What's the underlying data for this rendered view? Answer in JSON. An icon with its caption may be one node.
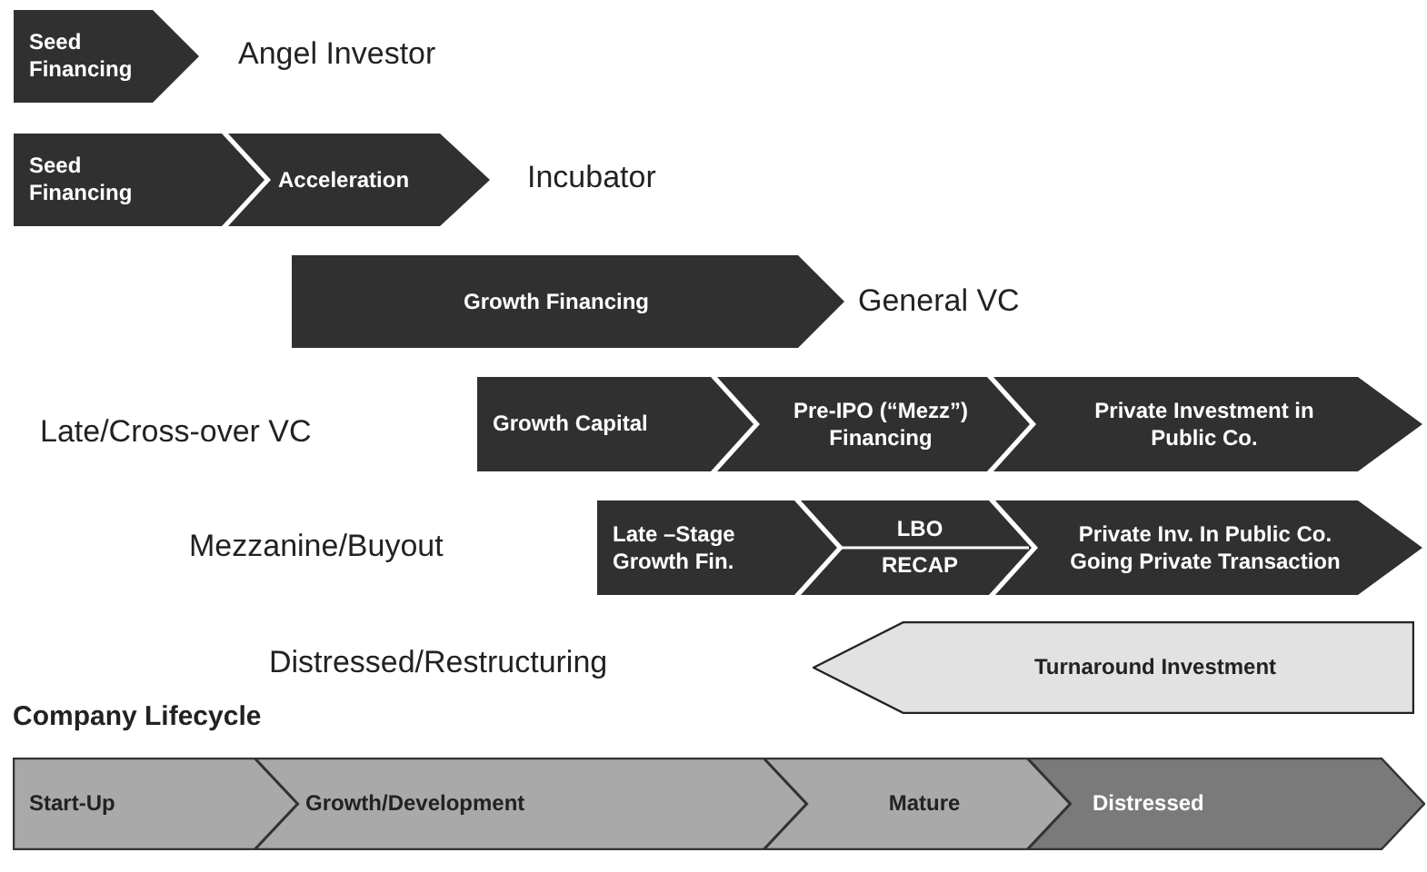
{
  "diagram": {
    "nodes": [
      {
        "text": [
          "Seed Financing"
        ]
      },
      {
        "text": [
          "Seed Financing"
        ]
      },
      {
        "text": [
          "Acceleration"
        ]
      },
      {
        "text": [
          "Growth Financing"
        ]
      },
      {
        "text": [
          "Growth Capital"
        ]
      },
      {
        "text": [
          "Pre-IPO (“Mezz”) Financing"
        ]
      },
      {
        "text": [
          "Private Investment in Public Co."
        ]
      },
      {
        "text": [
          "Late –Stage Growth Fin."
        ]
      },
      {
        "text": [
          "LBO",
          "RECAP"
        ]
      },
      {
        "text": [
          "Private Inv. In Public Co. Going Private Transaction"
        ]
      },
      {
        "text": [
          "Turnaround Investment"
        ]
      },
      {
        "text": [
          "Start-Up"
        ]
      },
      {
        "text": [
          "Growth/Development"
        ]
      },
      {
        "text": [
          "Mature"
        ]
      },
      {
        "text": [
          "Distressed"
        ]
      }
    ],
    "edges": [],
    "labels": [
      "Angel Investor",
      "Incubator",
      "General VC",
      "Late/Cross-over VC",
      "Mezzanine/Buyout",
      "Distressed/Restructuring",
      "Company Lifecycle"
    ]
  }
}
